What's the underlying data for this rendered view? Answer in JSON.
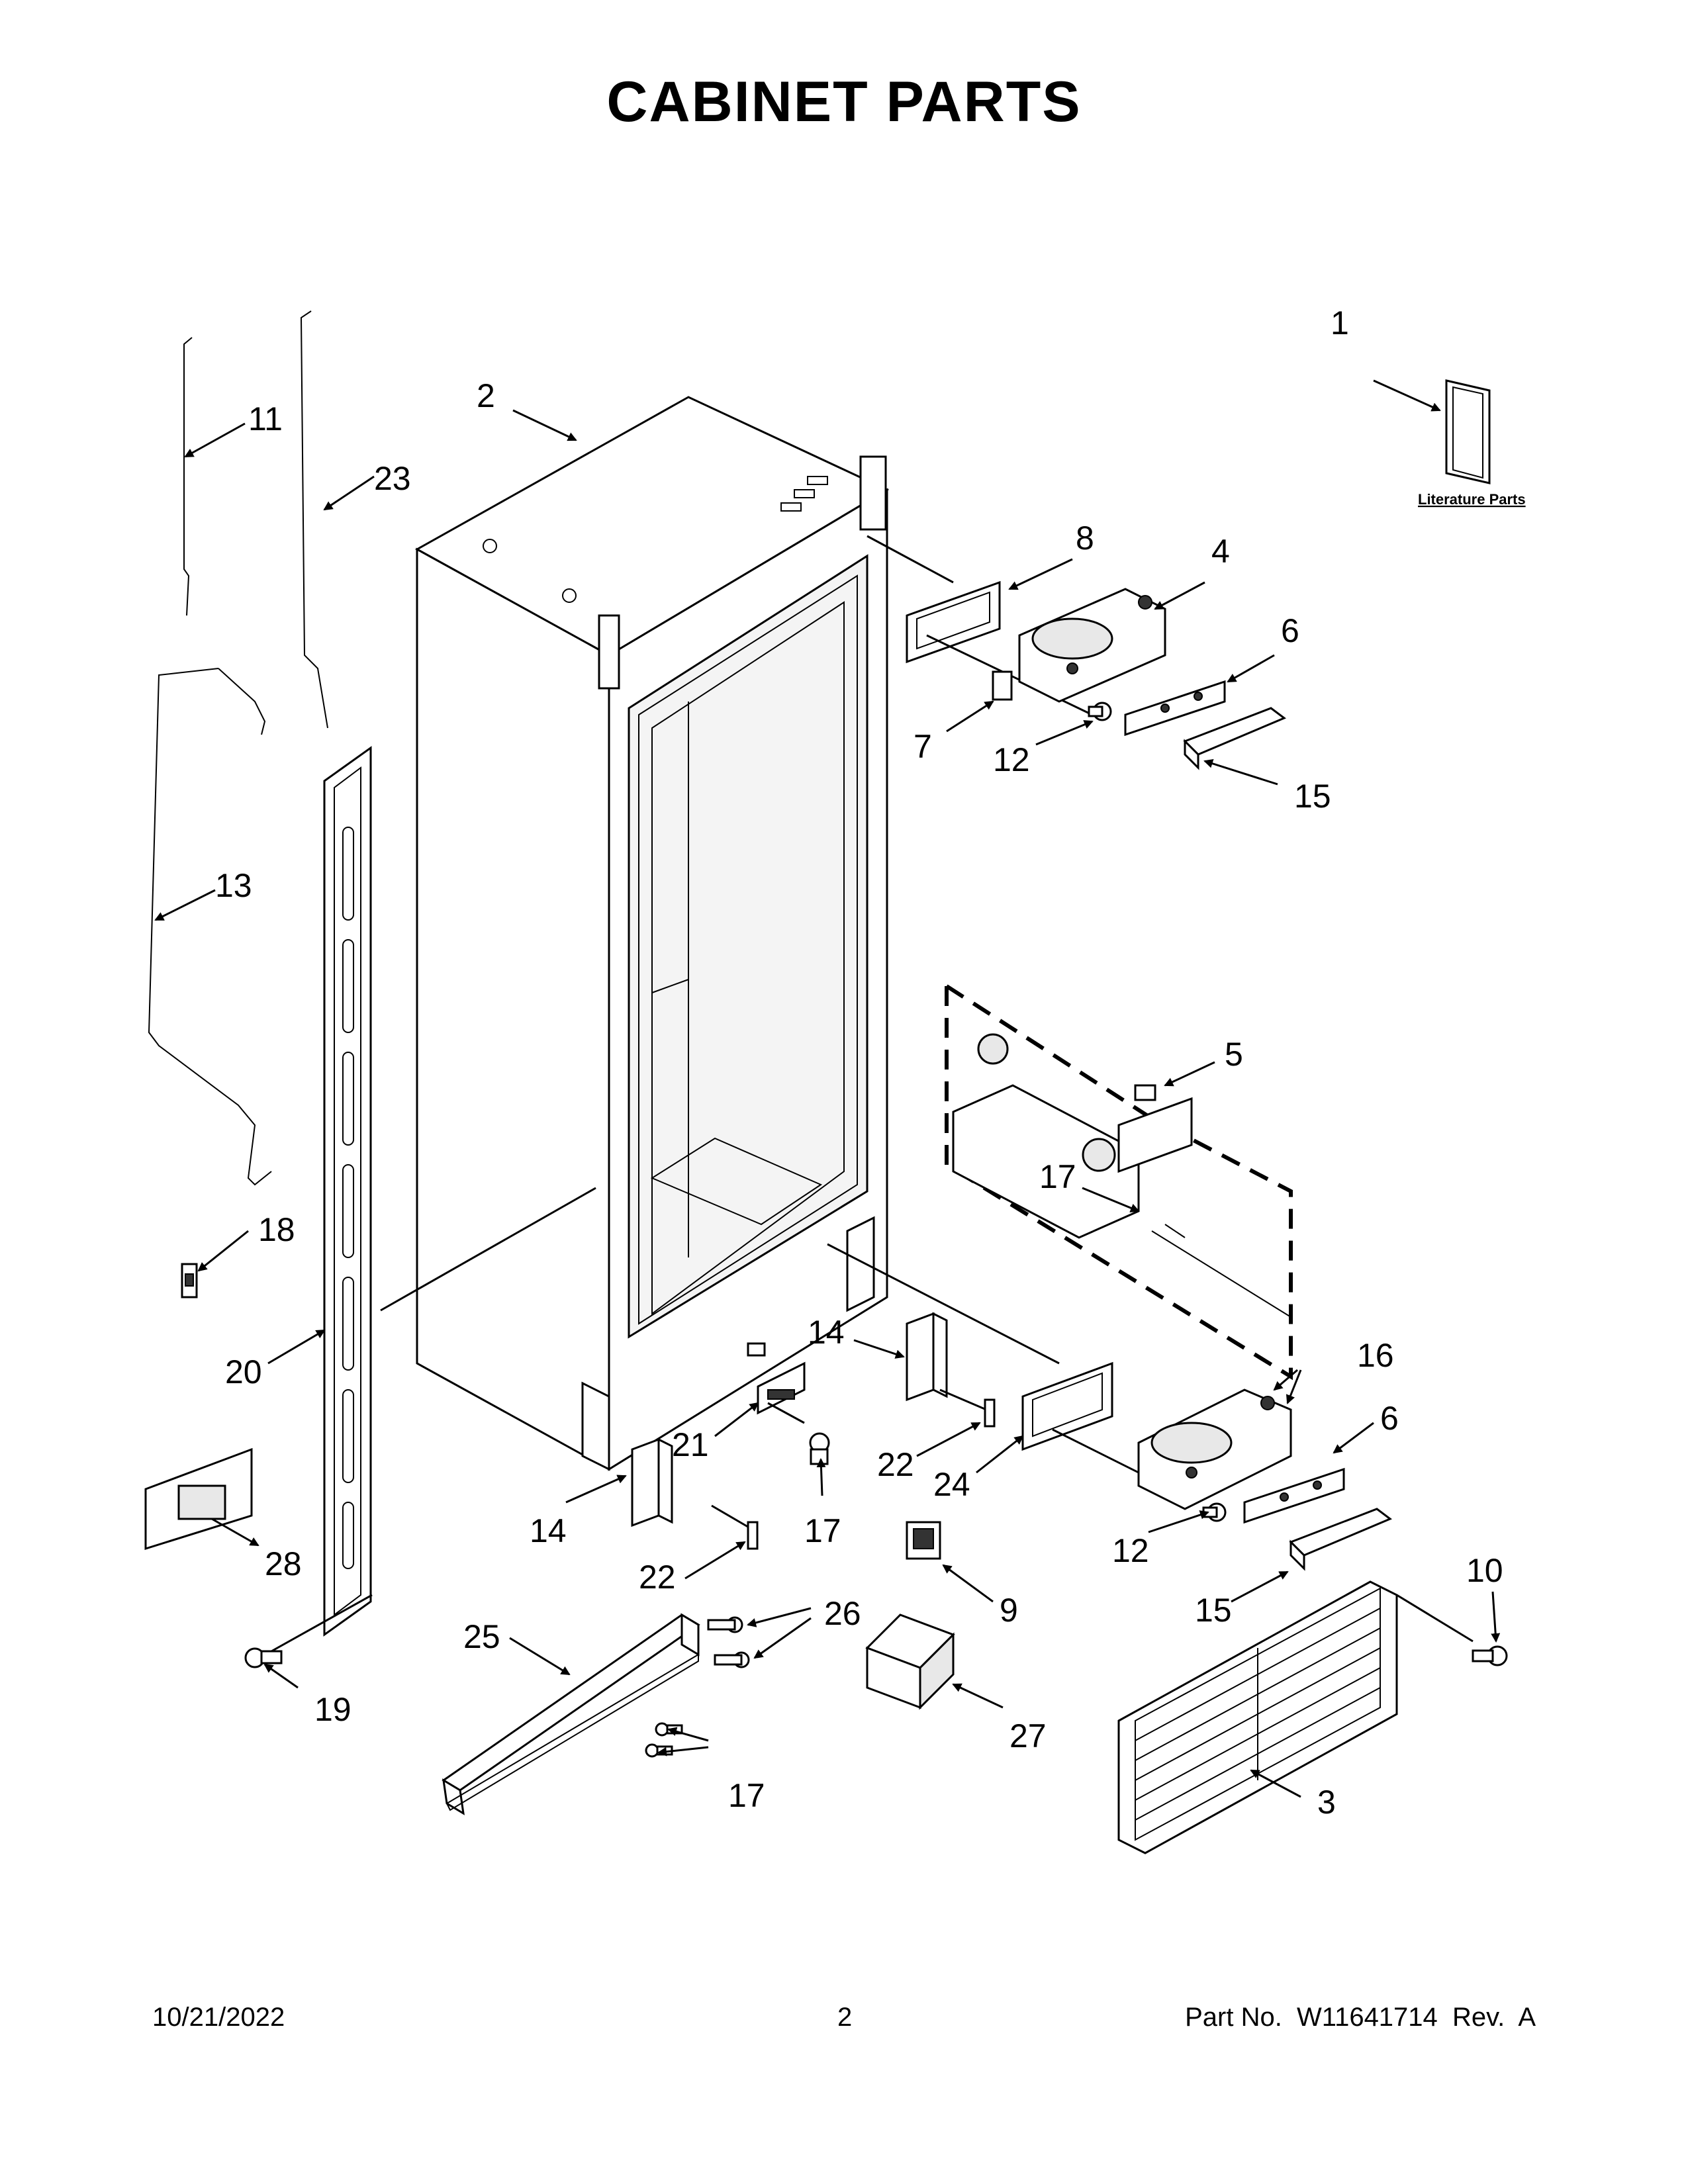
{
  "page": {
    "title": "CABINET PARTS",
    "literature_label": "Literature Parts",
    "footer": {
      "date": "10/21/2022",
      "page_number": "2",
      "part_number": "Part No.  W11641714  Rev.  A"
    }
  },
  "callouts": {
    "c1": "1",
    "c2": "2",
    "c3": "3",
    "c4": "4",
    "c5": "5",
    "c6a": "6",
    "c6b": "6",
    "c7": "7",
    "c8": "8",
    "c9": "9",
    "c10": "10",
    "c11": "11",
    "c12a": "12",
    "c12b": "12",
    "c13": "13",
    "c14a": "14",
    "c14b": "14",
    "c15a": "15",
    "c15b": "15",
    "c16": "16",
    "c17a": "17",
    "c17b": "17",
    "c17c": "17",
    "c18": "18",
    "c19": "19",
    "c20": "20",
    "c21": "21",
    "c22a": "22",
    "c22b": "22",
    "c23": "23",
    "c24": "24",
    "c25": "25",
    "c26": "26",
    "c27": "27",
    "c28": "28"
  }
}
